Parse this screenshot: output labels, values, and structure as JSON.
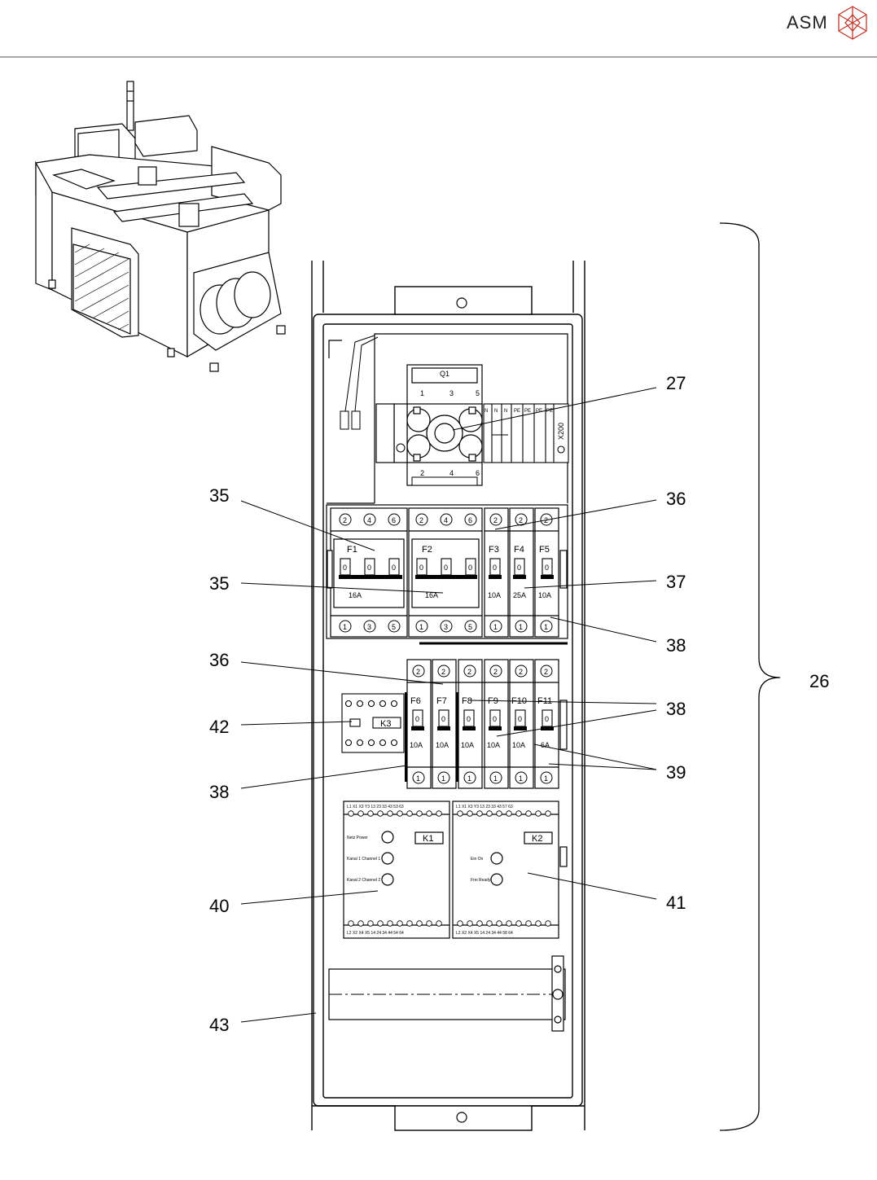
{
  "header": {
    "brand": "ASM"
  },
  "callouts": {
    "c27": "27",
    "c35a": "35",
    "c35b": "35",
    "c36a": "36",
    "c36b": "36",
    "c37": "37",
    "c38a": "38",
    "c38b": "38",
    "c38c": "38",
    "c39": "39",
    "c40": "40",
    "c41": "41",
    "c42": "42",
    "c43": "43",
    "c26": "26"
  },
  "main_switch": {
    "label": "Q1",
    "t1": "1",
    "t3": "3",
    "t5": "5",
    "t2": "2",
    "t4": "4",
    "t6": "6",
    "terminal_block": "X200",
    "terms": [
      "N",
      "N",
      "N",
      "PE",
      "PE",
      "PE",
      "PE"
    ]
  },
  "breakers_row1": {
    "f1": {
      "name": "F1",
      "rating": "16A",
      "pins_top": [
        "2",
        "4",
        "6"
      ],
      "pins_bottom": [
        "1",
        "3",
        "5"
      ]
    },
    "f2": {
      "name": "F2",
      "rating": "16A",
      "pins_top": [
        "2",
        "4",
        "6"
      ],
      "pins_bottom": [
        "1",
        "3",
        "5"
      ]
    },
    "f3": {
      "name": "F3",
      "rating": "10A"
    },
    "f4": {
      "name": "F4",
      "rating": "25A"
    },
    "f5": {
      "name": "F5",
      "rating": "10A"
    },
    "switch_state": "0",
    "pin_top": "2",
    "pin_bottom": "1"
  },
  "breakers_row2": {
    "f6": {
      "name": "F6",
      "rating": "10A"
    },
    "f7": {
      "name": "F7",
      "rating": "10A"
    },
    "f8": {
      "name": "F8",
      "rating": "10A"
    },
    "f9": {
      "name": "F9",
      "rating": "10A"
    },
    "f10": {
      "name": "F10",
      "rating": "10A"
    },
    "f11": {
      "name": "F11",
      "rating": "6A"
    },
    "switch_state": "0",
    "pin_top": "2",
    "pin_bottom": "1"
  },
  "relay_k3": {
    "label": "K3"
  },
  "relay_k1": {
    "label": "K1",
    "top_terms": "L1  X1  X3  Y3  13  23  33  43  53  63",
    "bottom_terms": "L2  X2  X4  X5  14  24  34  44  54  64",
    "led1": "Netz Power",
    "led2": "Kanal 1 Channel 1",
    "led3": "Kanal 2 Channel 2"
  },
  "relay_k2": {
    "label": "K2",
    "top_terms": "L1  X1  X3  Y3  13  23  33  43  57  63",
    "bottom_terms": "L2  X2  X4  X5  14  24  34  44  58  64",
    "led1": "Ein On",
    "led2": "Frei Ready"
  }
}
